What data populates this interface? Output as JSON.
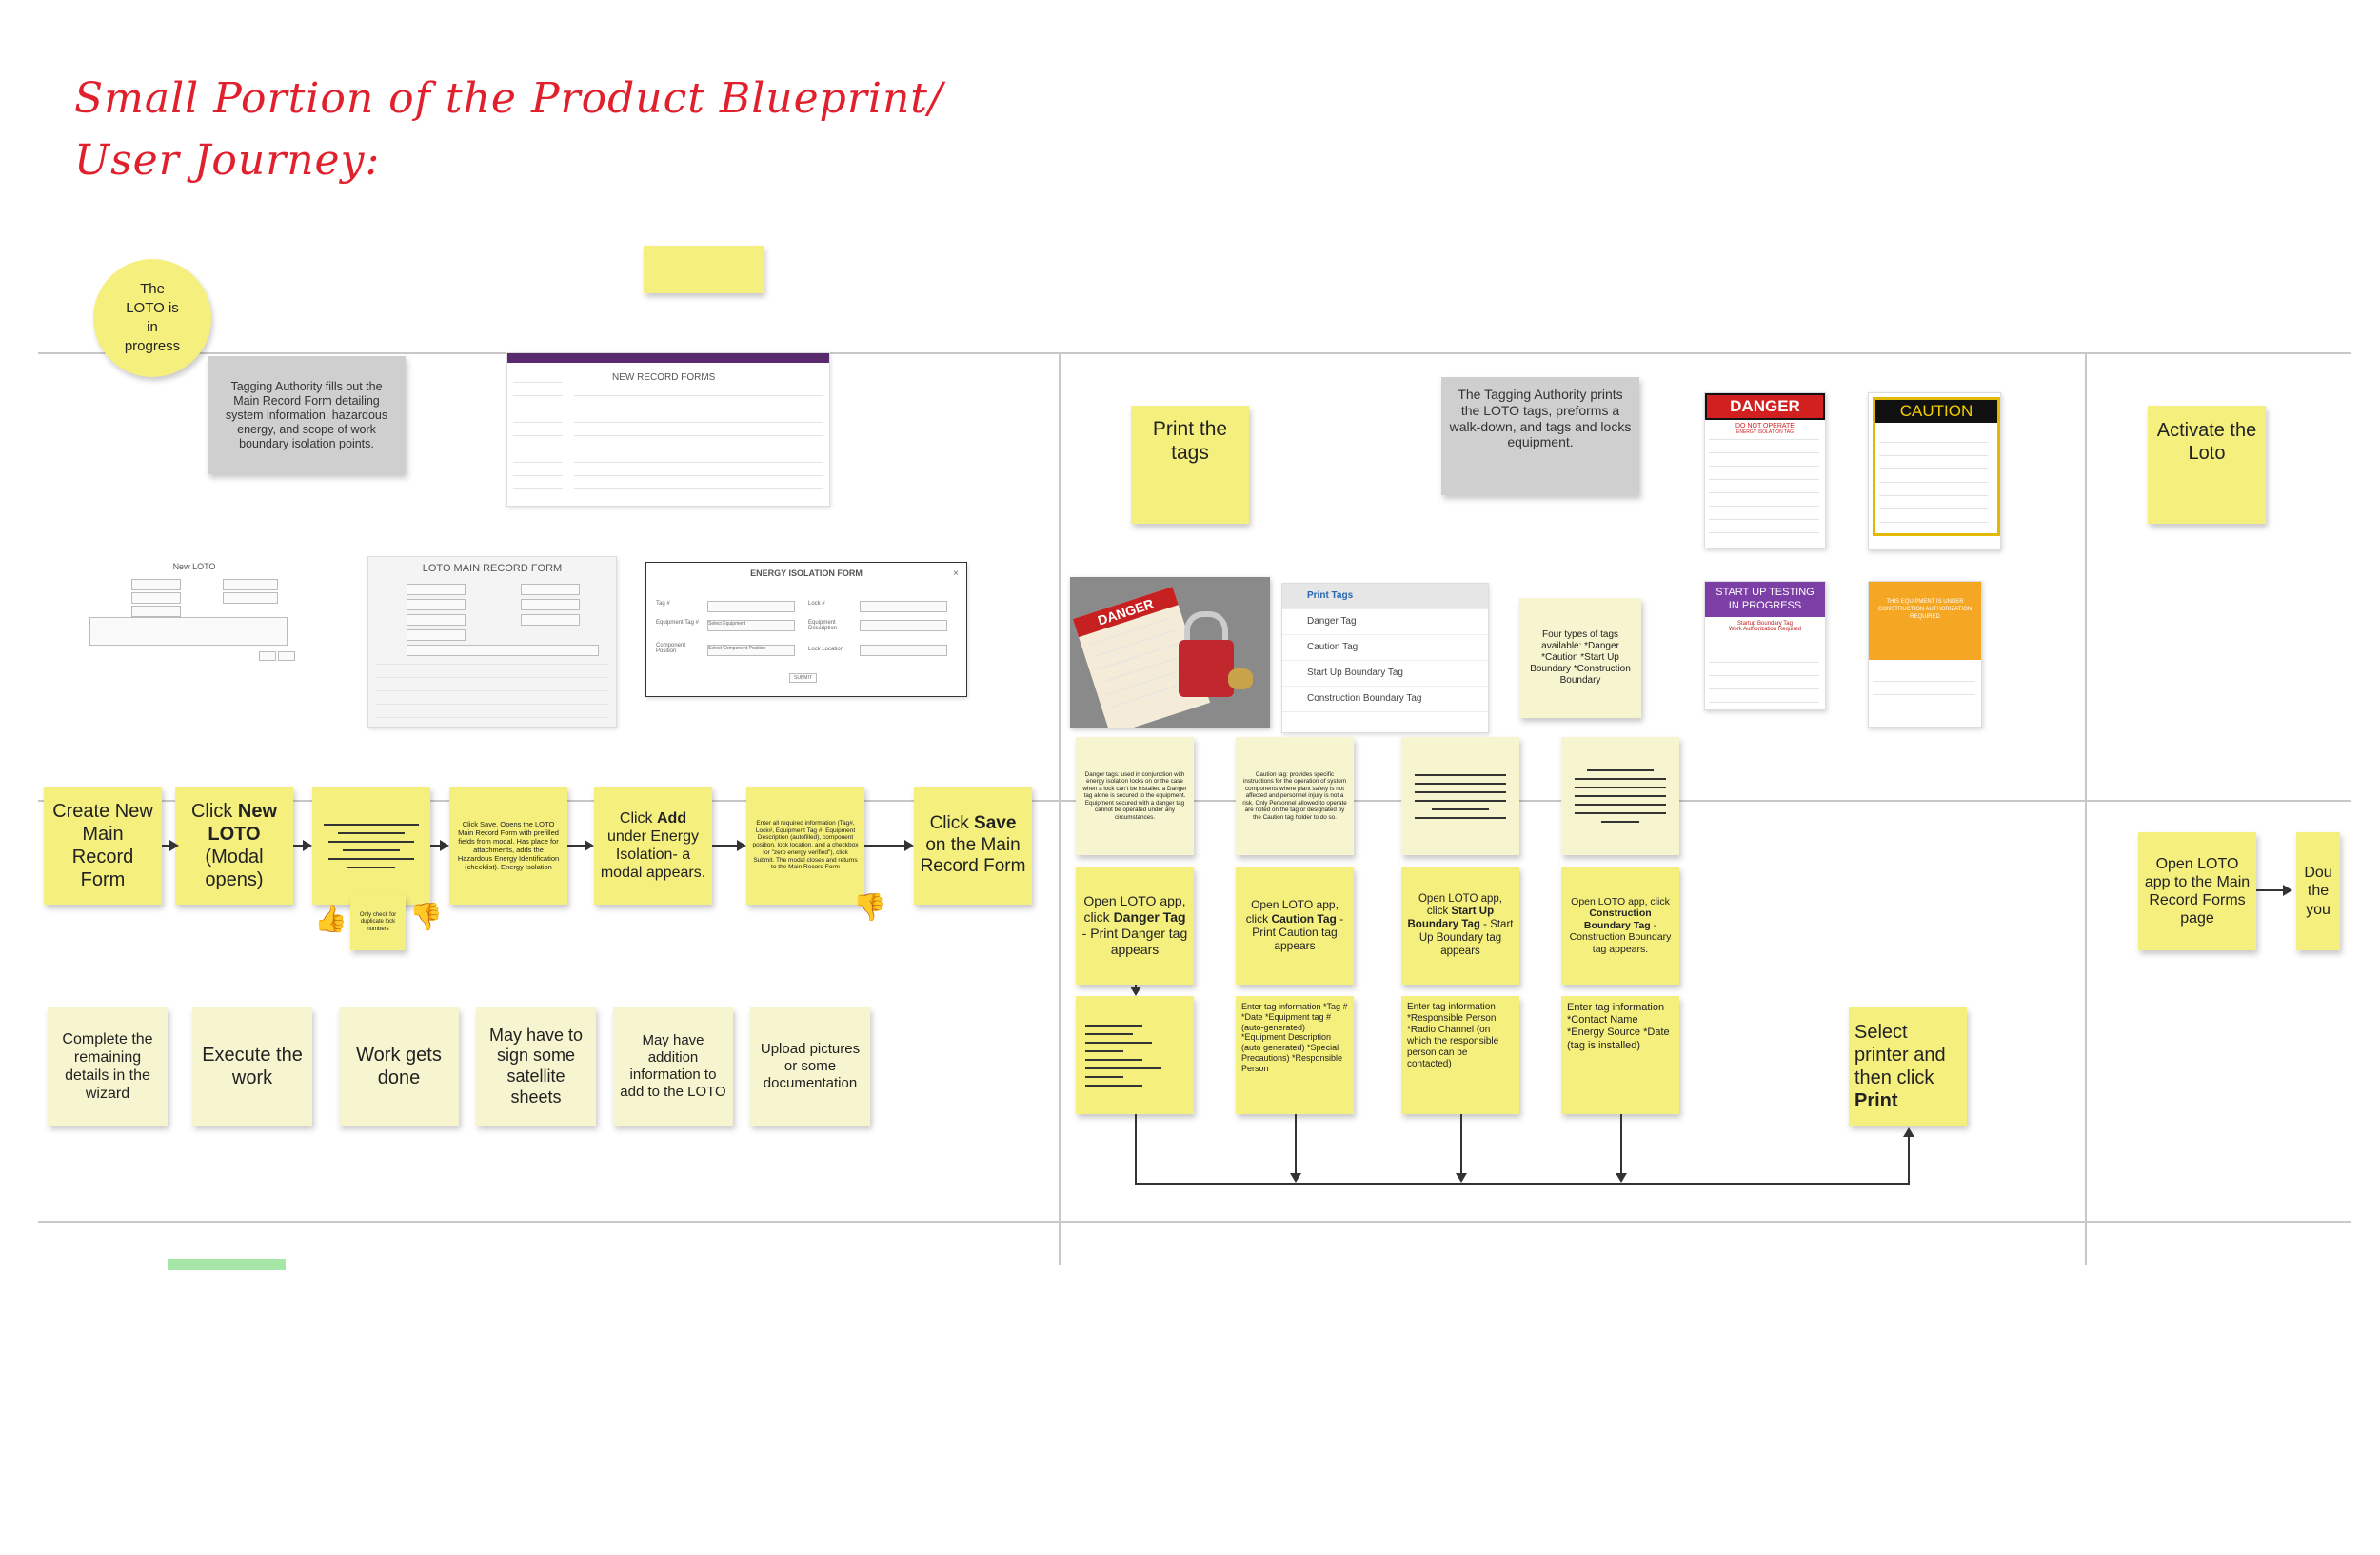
{
  "heading": {
    "line1": "Small Portion of the Product Blueprint/",
    "line2": "User Journey:"
  },
  "status_circle": "The LOTO is in progress",
  "notes": {
    "tagging_fill": "Tagging Authority fills out the Main Record Form detailing system information, hazardous energy, and scope of work boundary isolation points.",
    "print_tags": "Print the tags",
    "tagging_print": "The Tagging Authority prints the LOTO tags, preforms a walk-down, and tags and locks equipment.",
    "activate": "Activate the Loto",
    "four_types": "Four types of tags available: *Danger *Caution *Start Up Boundary *Construction Boundary"
  },
  "screens": {
    "new_record_title": "NEW RECORD FORMS",
    "new_loto_title": "New LOTO",
    "main_record_title": "LOTO MAIN RECORD FORM",
    "energy_title": "ENERGY ISOLATION FORM",
    "energy_fields": [
      "Tag #",
      "Equipment Tag #",
      "Component Position",
      "Lock #",
      "Equipment Description",
      "Lock Location"
    ],
    "energy_select1": "Select Equipment",
    "energy_select2": "Select Component Position",
    "energy_submit": "SUBMIT",
    "menu_items": [
      "Print Tags",
      "Danger Tag",
      "Caution Tag",
      "Start Up Boundary Tag",
      "Construction Boundary Tag"
    ]
  },
  "tags": {
    "danger_header": "DANGER",
    "danger_sub": "DO NOT OPERATE",
    "danger_sub2": "ENERGY ISOLATION TAG",
    "caution_header": "CAUTION",
    "startup_header": "START UP TESTING IN PROGRESS",
    "startup_line1": "Startup Boundary Tag",
    "startup_line2": "Work Authorization Required",
    "construction_text": "THIS EQUIPMENT IS UNDER CONSTRUCTION AUTHORIZATION REQUIRED",
    "photo_tag_text": "DANGER"
  },
  "flow": {
    "create": "Create New Main Record Form",
    "click_new_pre": "Click ",
    "click_new_bold": "New LOTO",
    "click_new_post": " (Modal opens)",
    "click_save_text": "Click Save. Opens the LOTO Main Record Form with prefilled fields from modal. Has place for attachments, adds the Hazardous Energy Identification (checklist). Energy Isolation",
    "click_add_pre": "Click ",
    "click_add_bold": "Add",
    "click_add_post": " under Energy Isolation- a modal appears.",
    "enter_all_text": "Enter all required information (Tag#, Lock#, Equipment Tag #, Equipment Description (autofilled), component position, lock location, and a checkbox for \"zero energy verified\"), click Submit. The modal closes and returns to the Main Record Form",
    "click_save_main_pre": "Click ",
    "click_save_main_bold": "Save",
    "click_save_main_post": " on the Main Record Form",
    "only_check": "Only check for duplicate lock numbers"
  },
  "bottom_row": [
    "Complete the remaining details in the wizard",
    "Execute the work",
    "Work gets done",
    "May have to sign some satellite sheets",
    "May have addition information to add to the LOTO",
    "Upload pictures or some documentation"
  ],
  "tag_desc": {
    "danger": "Danger tags: used in conjunction with energy isolation locks on or the case when a lock can't be installed a Danger tag alone is secured to the equipment. Equipment secured with a danger tag cannot be operated under any circumstances.",
    "caution": "Caution tag: provides specific instructions for the operation of system components where plant safety is not affected and personnel injury is not a risk. Only Personnel allowed to operate are noted on the tag or designated by the Caution tag holder to do so."
  },
  "open_app": {
    "danger_pre": "Open LOTO app, click ",
    "danger_bold": "Danger Tag",
    "danger_post": " - Print Danger tag appears",
    "caution_pre": "Open LOTO app, click ",
    "caution_bold": "Caution Tag",
    "caution_post": " - Print Caution tag appears",
    "startup_pre": "Open LOTO app, click ",
    "startup_bold": "Start Up Boundary Tag",
    "startup_post": " - Start Up Boundary tag appears",
    "construction_pre": "Open LOTO app, click ",
    "construction_bold": "Construction Boundary Tag",
    "construction_post": " - Construction Boundary tag appears."
  },
  "enter_info": {
    "caution": "Enter tag information *Tag # *Date *Equipment tag # (auto-generated) *Equipment Description (auto generated) *Special Precautions) *Responsible Person",
    "startup": "Enter tag information *Responsible Person *Radio Channel (on which the responsible person can be contacted)",
    "construction": "Enter tag information *Contact Name *Energy Source *Date (tag is installed)"
  },
  "select_printer": {
    "text": "Select printer and then click ",
    "bold": "Print"
  },
  "open_main": "Open LOTO app to the Main Record Forms page",
  "partial": "Dou the you"
}
